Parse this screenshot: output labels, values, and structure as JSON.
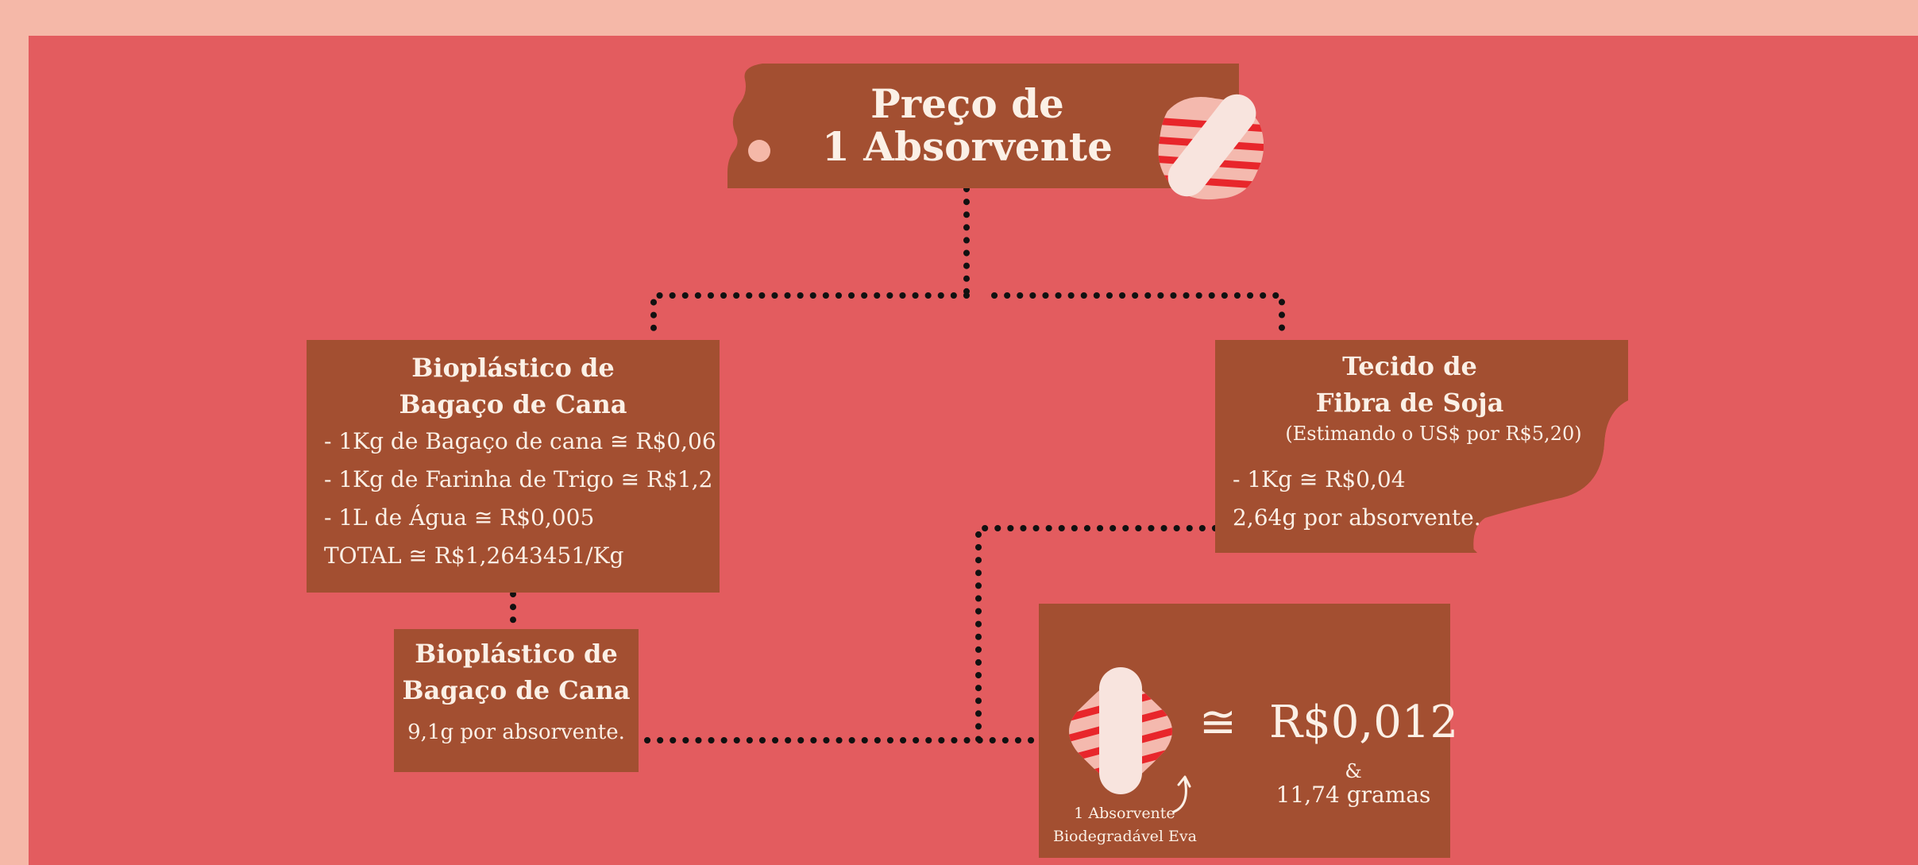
{
  "title": {
    "line1": "Preço de",
    "line2": "1 Absorvente"
  },
  "bagaco_box": {
    "heading_line1": "Bioplástico de",
    "heading_line2": "Bagaço de Cana",
    "items": [
      "- 1Kg de Bagaço de cana ≅ R$0,06",
      "- 1Kg de Farinha de Trigo ≅ R$1,2",
      "- 1L de Água ≅ R$0,005",
      "TOTAL ≅ R$1,2643451/Kg"
    ]
  },
  "bagaco_small_box": {
    "heading_line1": "Bioplástico de",
    "heading_line2": "Bagaço de Cana",
    "weight": "9,1g por absorvente."
  },
  "soja_box": {
    "heading_line1": "Tecido de",
    "heading_line2": "Fibra de Soja",
    "note": "(Estimando o US$ por R$5,20)",
    "price": "- 1Kg  ≅ R$0,04",
    "weight": "2,64g por absorvente."
  },
  "result_box": {
    "approx_symbol": "≅",
    "price": "R$0,012",
    "ampersand": "&",
    "grams": "11,74 gramas",
    "caption_line1": "1 Absorvente",
    "caption_line2": "Biodegradável Eva"
  },
  "colors": {
    "background_border": "#f5b8a8",
    "canvas": "#e35c5f",
    "box": "#a34f31",
    "text": "#fbf0e6",
    "pad_stripe": "#e8262b",
    "pad_base": "#f4b9ae",
    "pad_core": "#f8e4de"
  },
  "icons": [
    "sanitary-pad-icon",
    "curved-arrow-icon"
  ]
}
